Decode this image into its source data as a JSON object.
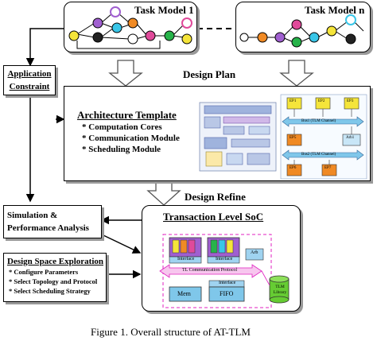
{
  "task_model_1": {
    "title": "Task Model 1"
  },
  "task_model_n": {
    "title": "Task Model n"
  },
  "application_constraint": {
    "line1": "Application",
    "line2": "Constraint"
  },
  "design_plan": {
    "label": "Design Plan"
  },
  "architecture_template": {
    "title": "Architecture Template",
    "items": [
      "* Computation Cores",
      "* Communication Module",
      "* Scheduling Module"
    ],
    "platform": {
      "pe_top": [
        "EP1",
        "EP2",
        "EP3"
      ],
      "bus1": "Bus1 (TLM Channel)",
      "pe_mid": [
        "EP5",
        "Arb1"
      ],
      "bus2": "Bus2 (TLM Channel)",
      "pe_bottom": [
        "EP6",
        "EP7"
      ]
    }
  },
  "design_refine": {
    "label": "Design Refine"
  },
  "simulation": {
    "line1": "Simulation &",
    "line2": "Performance Analysis"
  },
  "dse": {
    "title": "Design Space Exploration",
    "items": [
      "* Configure Parameters",
      "* Select Topology and Protocol",
      "* Select Scheduling Strategy"
    ]
  },
  "tl_soc": {
    "title": "Transaction Level SoC",
    "interface": "Interface",
    "arb": "Arb",
    "protocol": "TL Communication Protocol",
    "mem": "Mem",
    "fifo": "FIFO",
    "library": "TLM Library"
  },
  "caption": "Figure 1.    Overall structure of AT-TLM",
  "colors": {
    "purple_node": "#a05fd0",
    "yellow_node": "#f5e53a",
    "cyan_node": "#39c6e8",
    "orange_node": "#f08a24",
    "green_node": "#27b34a",
    "pink_node": "#e04a9a",
    "connector_magenta": "#e020c0",
    "library_green": "#66cc33"
  }
}
